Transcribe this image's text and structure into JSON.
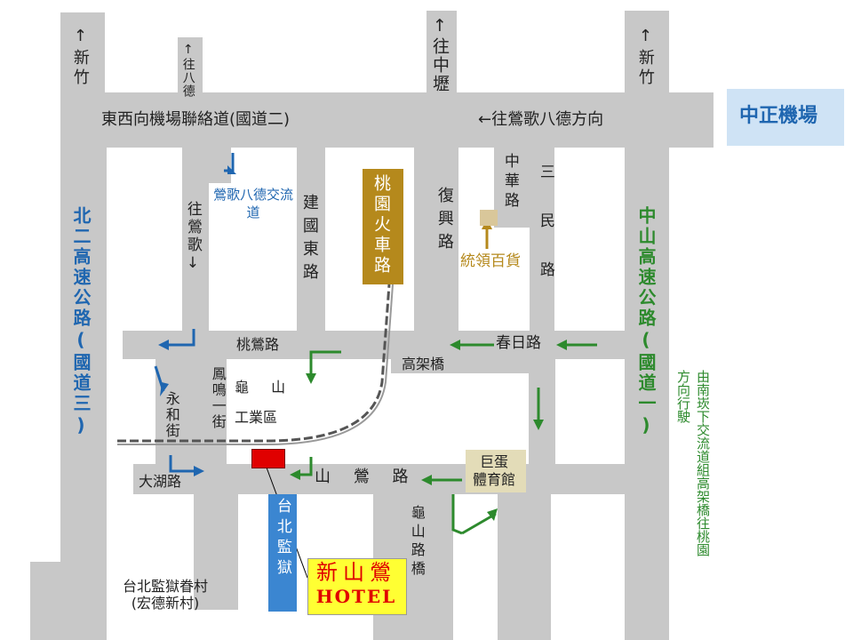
{
  "map": {
    "labels": {
      "north_hsinchu_left": "新竹",
      "north_bade": "往八德",
      "north_zhongli": "往中壢",
      "north_hsinchu_right": "新竹",
      "airport_road": "東西向機場聯絡道(國道二)",
      "to_yingge_bade": "往鶯歌八德方向",
      "airport": "中正機場",
      "freeway_3": "北二高速公路(國道三)",
      "yingge_interchange": "鶯歌八德交流道",
      "to_yingge_down": "往鶯歌↓",
      "jianguo_e_road": "建國東路",
      "taoyuan_station_road": "桃園火車路",
      "fuxing_road": "復興路",
      "zhonghua_road": "中華路",
      "sanmin_road": "三民路",
      "tonglin_store": "統領百貨",
      "freeway_1": "中山高速公路(國道一)",
      "south_note": "由南崁下交流道組高架橋往桃園方向行駛",
      "taoying_road": "桃鶯路",
      "chunri_road": "春日路",
      "viaduct": "高架橋",
      "yonghe_street": "永和街",
      "fengming_street": "鳳鳴一街",
      "guishan_industrial_1": "龜 山",
      "guishan_industrial_2": "工業區",
      "dahu_road": "大湖路",
      "shanying_road": "山 鶯 路",
      "giant_egg_arena_1": "巨蛋",
      "giant_egg_arena_2": "體育館",
      "taipei_prison": "台北監獄",
      "guishan_viaduct": "龜山路橋",
      "prison_village_1": "台北監獄眷村",
      "prison_village_2": "(宏德新村)",
      "hotel_name": "新山鶯",
      "hotel_en": "HOTEL"
    },
    "colors": {
      "road": "#c8c8c8",
      "blue_text": "#1f66b0",
      "green_text": "#2d8a2d",
      "airport_box": "#cfe3f5",
      "station_box": "#b5891c",
      "store_box": "#d9c79a",
      "arena_box": "#e3dcb8",
      "prison_box": "#3b86d1",
      "hotel_marker": "#e00000",
      "hotel_box": "#ffff33",
      "hotel_text": "#e00000"
    }
  }
}
